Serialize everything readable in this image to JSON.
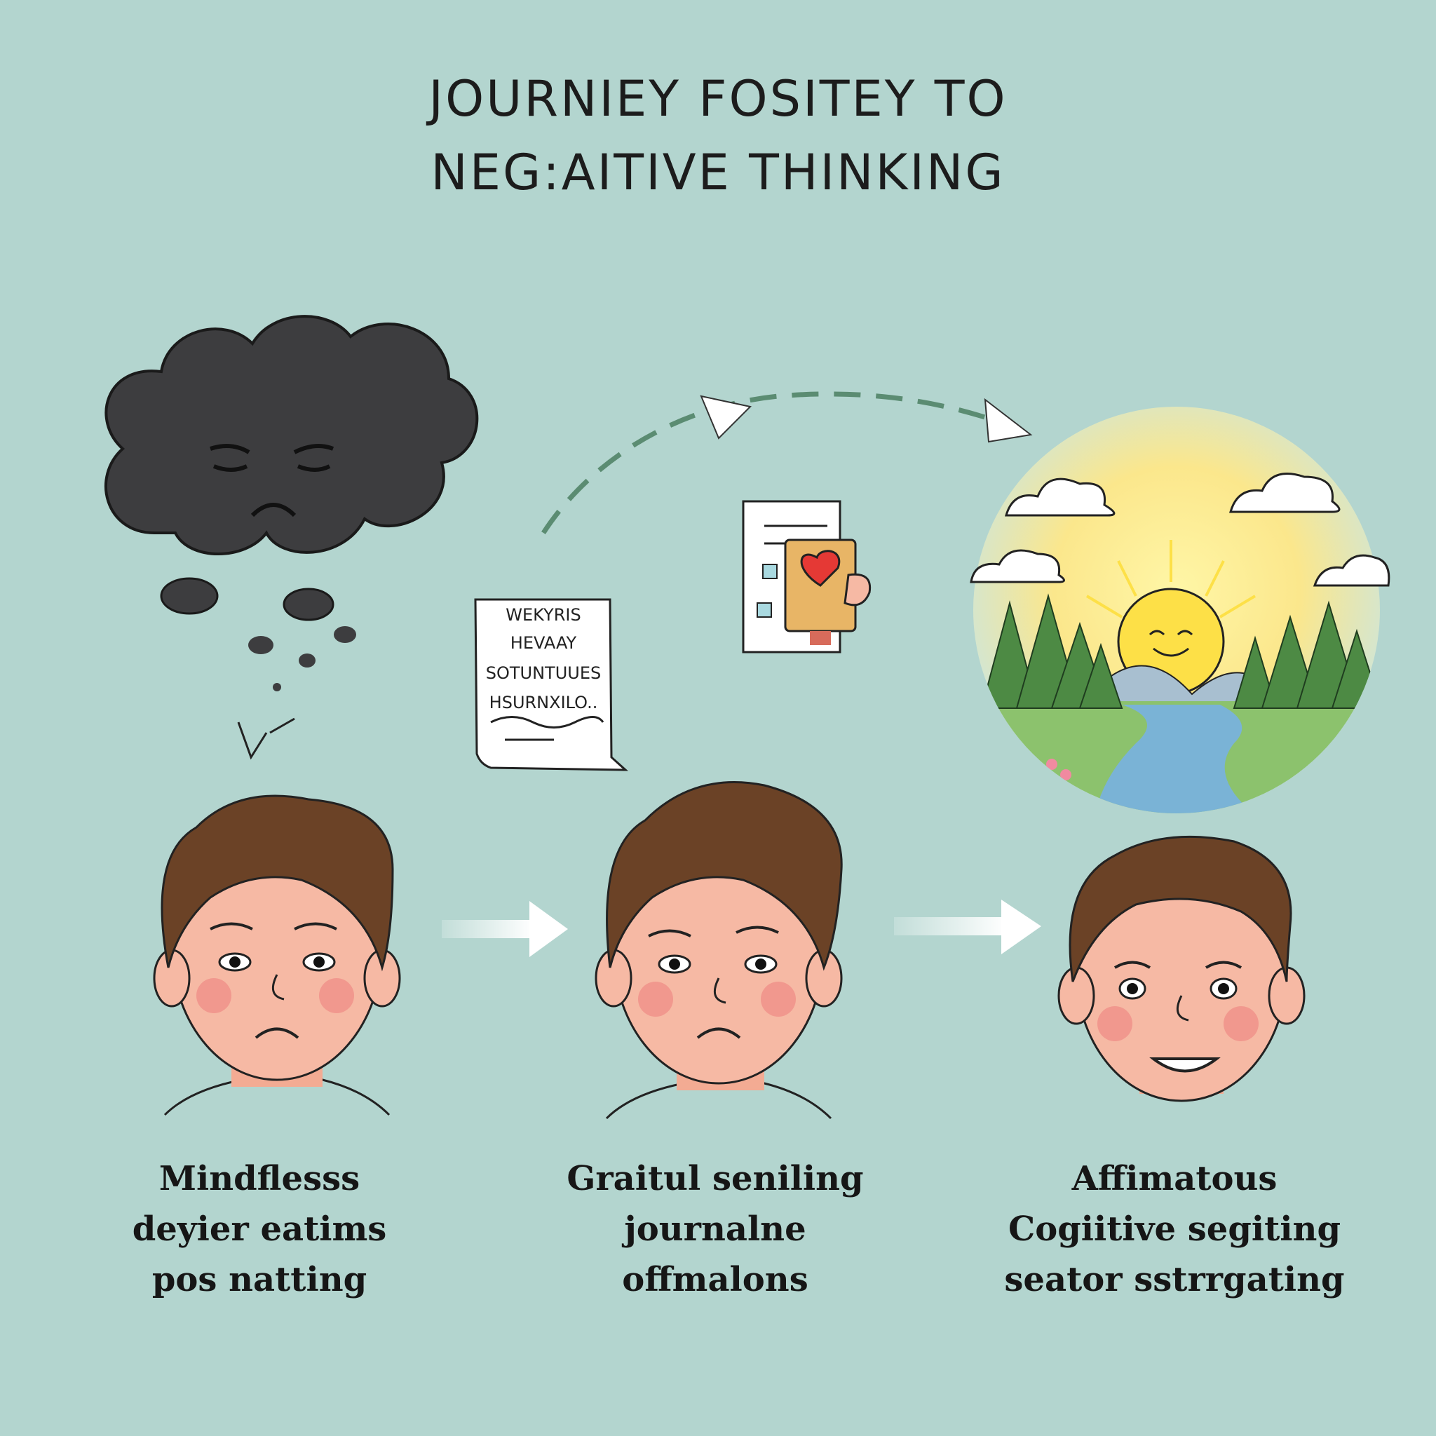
{
  "title": {
    "line1": "JOURNIEY FOSITEY TO",
    "line2": "NEG:AITIVE THINKING"
  },
  "document": {
    "lines": [
      "WEKYRIS",
      "HEVAAY",
      "SOTUNTUUES",
      "HSURNXILO.."
    ]
  },
  "steps": [
    {
      "lines": [
        "Mindflesss",
        "deyier eatims",
        "pos natting"
      ]
    },
    {
      "lines": [
        "Graitul seniling",
        "journalne",
        "offmalons"
      ]
    },
    {
      "lines": [
        "Affimatous",
        "Cogiitive segiting",
        "seator sstrrgating"
      ]
    }
  ],
  "colors": {
    "background": "#b3d5cf",
    "cloud": "#3d3d3f",
    "skin": "#f6b9a4",
    "hair": "#6b4226",
    "sun": "#fde047",
    "tree": "#4d8a44",
    "river": "#7ab3d6",
    "heart": "#e53935",
    "dashed-arrow": "#5b8c72"
  },
  "icons": [
    "storm-cloud-icon",
    "document-icon",
    "journal-card-icon",
    "sun-landscape-icon",
    "arrow-right-icon"
  ]
}
